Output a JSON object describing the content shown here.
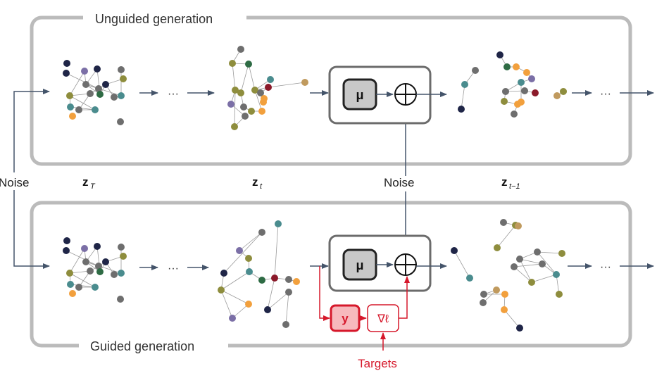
{
  "panels": {
    "top_title": "Unguided generation",
    "bottom_title": "Guided generation"
  },
  "labels": {
    "noise_left": "Noise",
    "noise_middle": "Noise",
    "zT_main": "z",
    "zT_sub": "T",
    "zt_main": "z",
    "zt_sub": "t",
    "zt1_main": "z",
    "zt1_sub": "t−1",
    "ellipsis": "···",
    "mu": "μ",
    "y": "y",
    "grad_loss": "∇ℓ",
    "targets": "Targets"
  },
  "colors": {
    "frame": "#bbbbbb",
    "box": "#6b6b6b",
    "mu_fill": "#c8c8c8",
    "arrow": "#44546a",
    "guidance": "#d6182b",
    "y_fill": "#f7b9bd",
    "node_palette": {
      "navy": "#1f2547",
      "purple": "#7b6fa6",
      "olive": "#8e8d3d",
      "teal": "#4a8c8e",
      "orange": "#f2a03d",
      "green": "#2e6b44",
      "darkred": "#8b1a2a",
      "grey": "#6e6e6e",
      "khaki": "#c09a5e"
    }
  }
}
